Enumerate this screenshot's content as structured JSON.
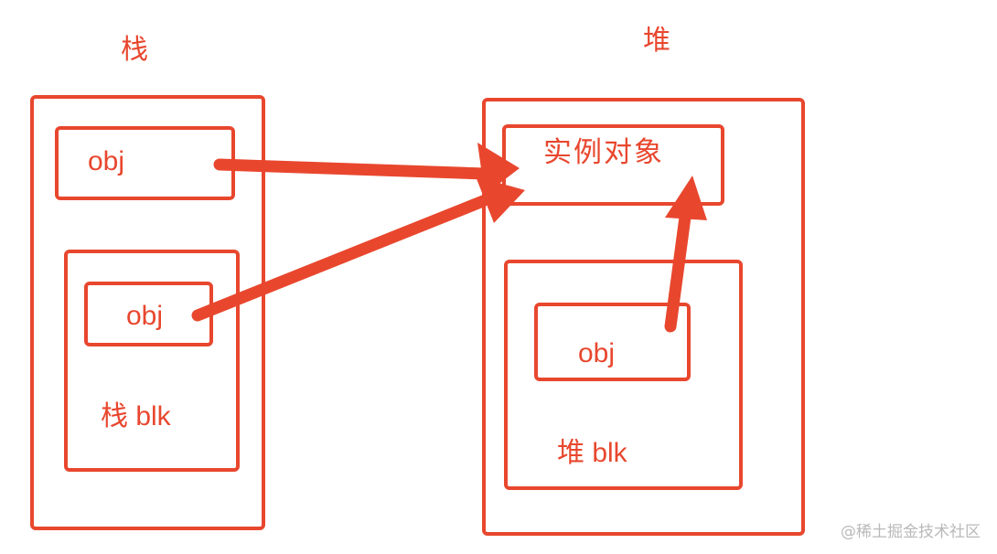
{
  "stack": {
    "title": "栈",
    "obj_label": "obj",
    "block": {
      "obj_label": "obj",
      "label": "栈 blk"
    }
  },
  "heap": {
    "title": "堆",
    "instance_label": "实例对象",
    "block": {
      "obj_label": "obj",
      "label": "堆 blk"
    }
  },
  "watermark": "@稀土掘金技术社区",
  "colors": {
    "accent": "#e8472e",
    "watermark": "#b9b9b9"
  }
}
